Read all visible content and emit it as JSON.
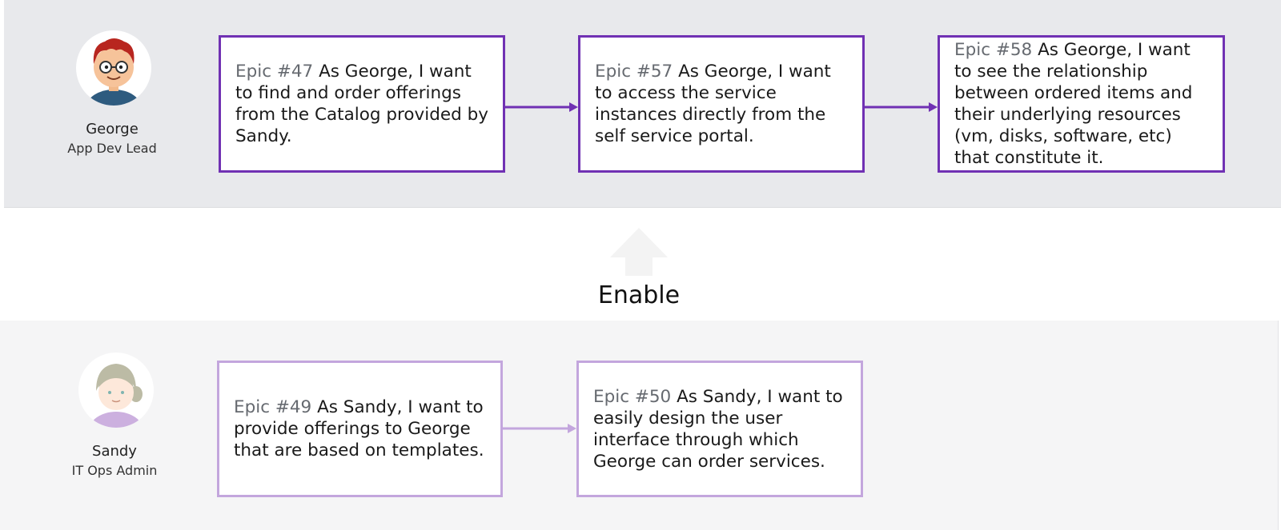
{
  "personas": [
    {
      "name": "George",
      "role": "App Dev Lead"
    },
    {
      "name": "Sandy",
      "role": "IT Ops Admin"
    }
  ],
  "epics_top": [
    {
      "id": "Epic #47",
      "text": " As George, I want to find and order offerings from the Catalog provided by Sandy."
    },
    {
      "id": "Epic #57",
      "text": " As George, I want to access the service instances directly from the self service portal."
    },
    {
      "id": "Epic #58",
      "text": " As George, I want to see the relationship between ordered items and their underlying resources (vm, disks, software, etc) that constitute it."
    }
  ],
  "epics_bottom": [
    {
      "id": "Epic #49",
      "text": " As Sandy, I want to provide offerings to George that are based on templates."
    },
    {
      "id": "Epic #50",
      "text": " As Sandy, I want to easily design the user interface through which George can order services."
    }
  ],
  "enable_label": "Enable",
  "colors": {
    "top_lane_bg": "#e8e9ec",
    "bottom_lane_bg": "#f5f5f6",
    "strong_purple": "#7031b3",
    "light_purple": "#c3a6dd",
    "epic_id_gray": "#666a70",
    "enable_arrow": "#f3f3f3"
  },
  "icons": {
    "george_avatar": "boy-with-glasses-avatar-icon",
    "sandy_avatar": "woman-avatar-icon",
    "enable_arrow": "up-arrow-icon",
    "connector": "right-arrow-icon"
  }
}
